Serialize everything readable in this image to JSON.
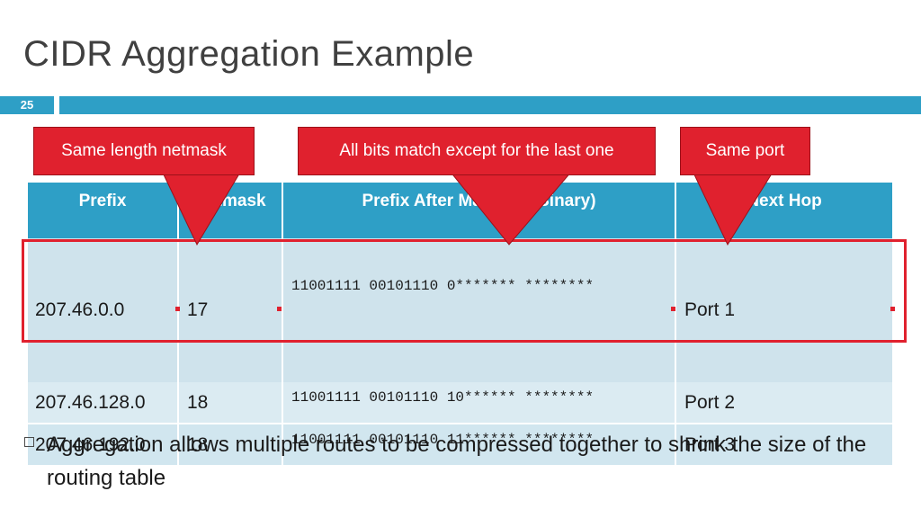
{
  "slide": {
    "title": "CIDR Aggregation Example",
    "number": "25"
  },
  "table": {
    "headers": [
      "Prefix",
      "Netmask",
      "Prefix After Masking (Binary)",
      "Next Hop"
    ],
    "rows": [
      {
        "prefix": "207.46.0.0",
        "netmask": "17",
        "binary": "11001111 00101110 0******* ********",
        "next_hop": "Port 1"
      },
      {
        "prefix": "207.46.128.0",
        "netmask": "18",
        "binary": "11001111 00101110 10****** ********",
        "next_hop": "Port 2"
      },
      {
        "prefix": "207.46.192.0",
        "netmask": "18",
        "binary": "11001111 00101110 11****** ********",
        "next_hop": "Port 3"
      }
    ]
  },
  "callouts": {
    "netmask": "Same length netmask",
    "bits": "All bits match except for the last one",
    "port": "Same port"
  },
  "bullet": "Aggregation allows multiple routes to be compressed together to shrink the size of the routing table",
  "colors": {
    "accent_blue": "#2e9fc6",
    "callout_red": "#e0212e",
    "row_fill": "#d1e6ef"
  }
}
